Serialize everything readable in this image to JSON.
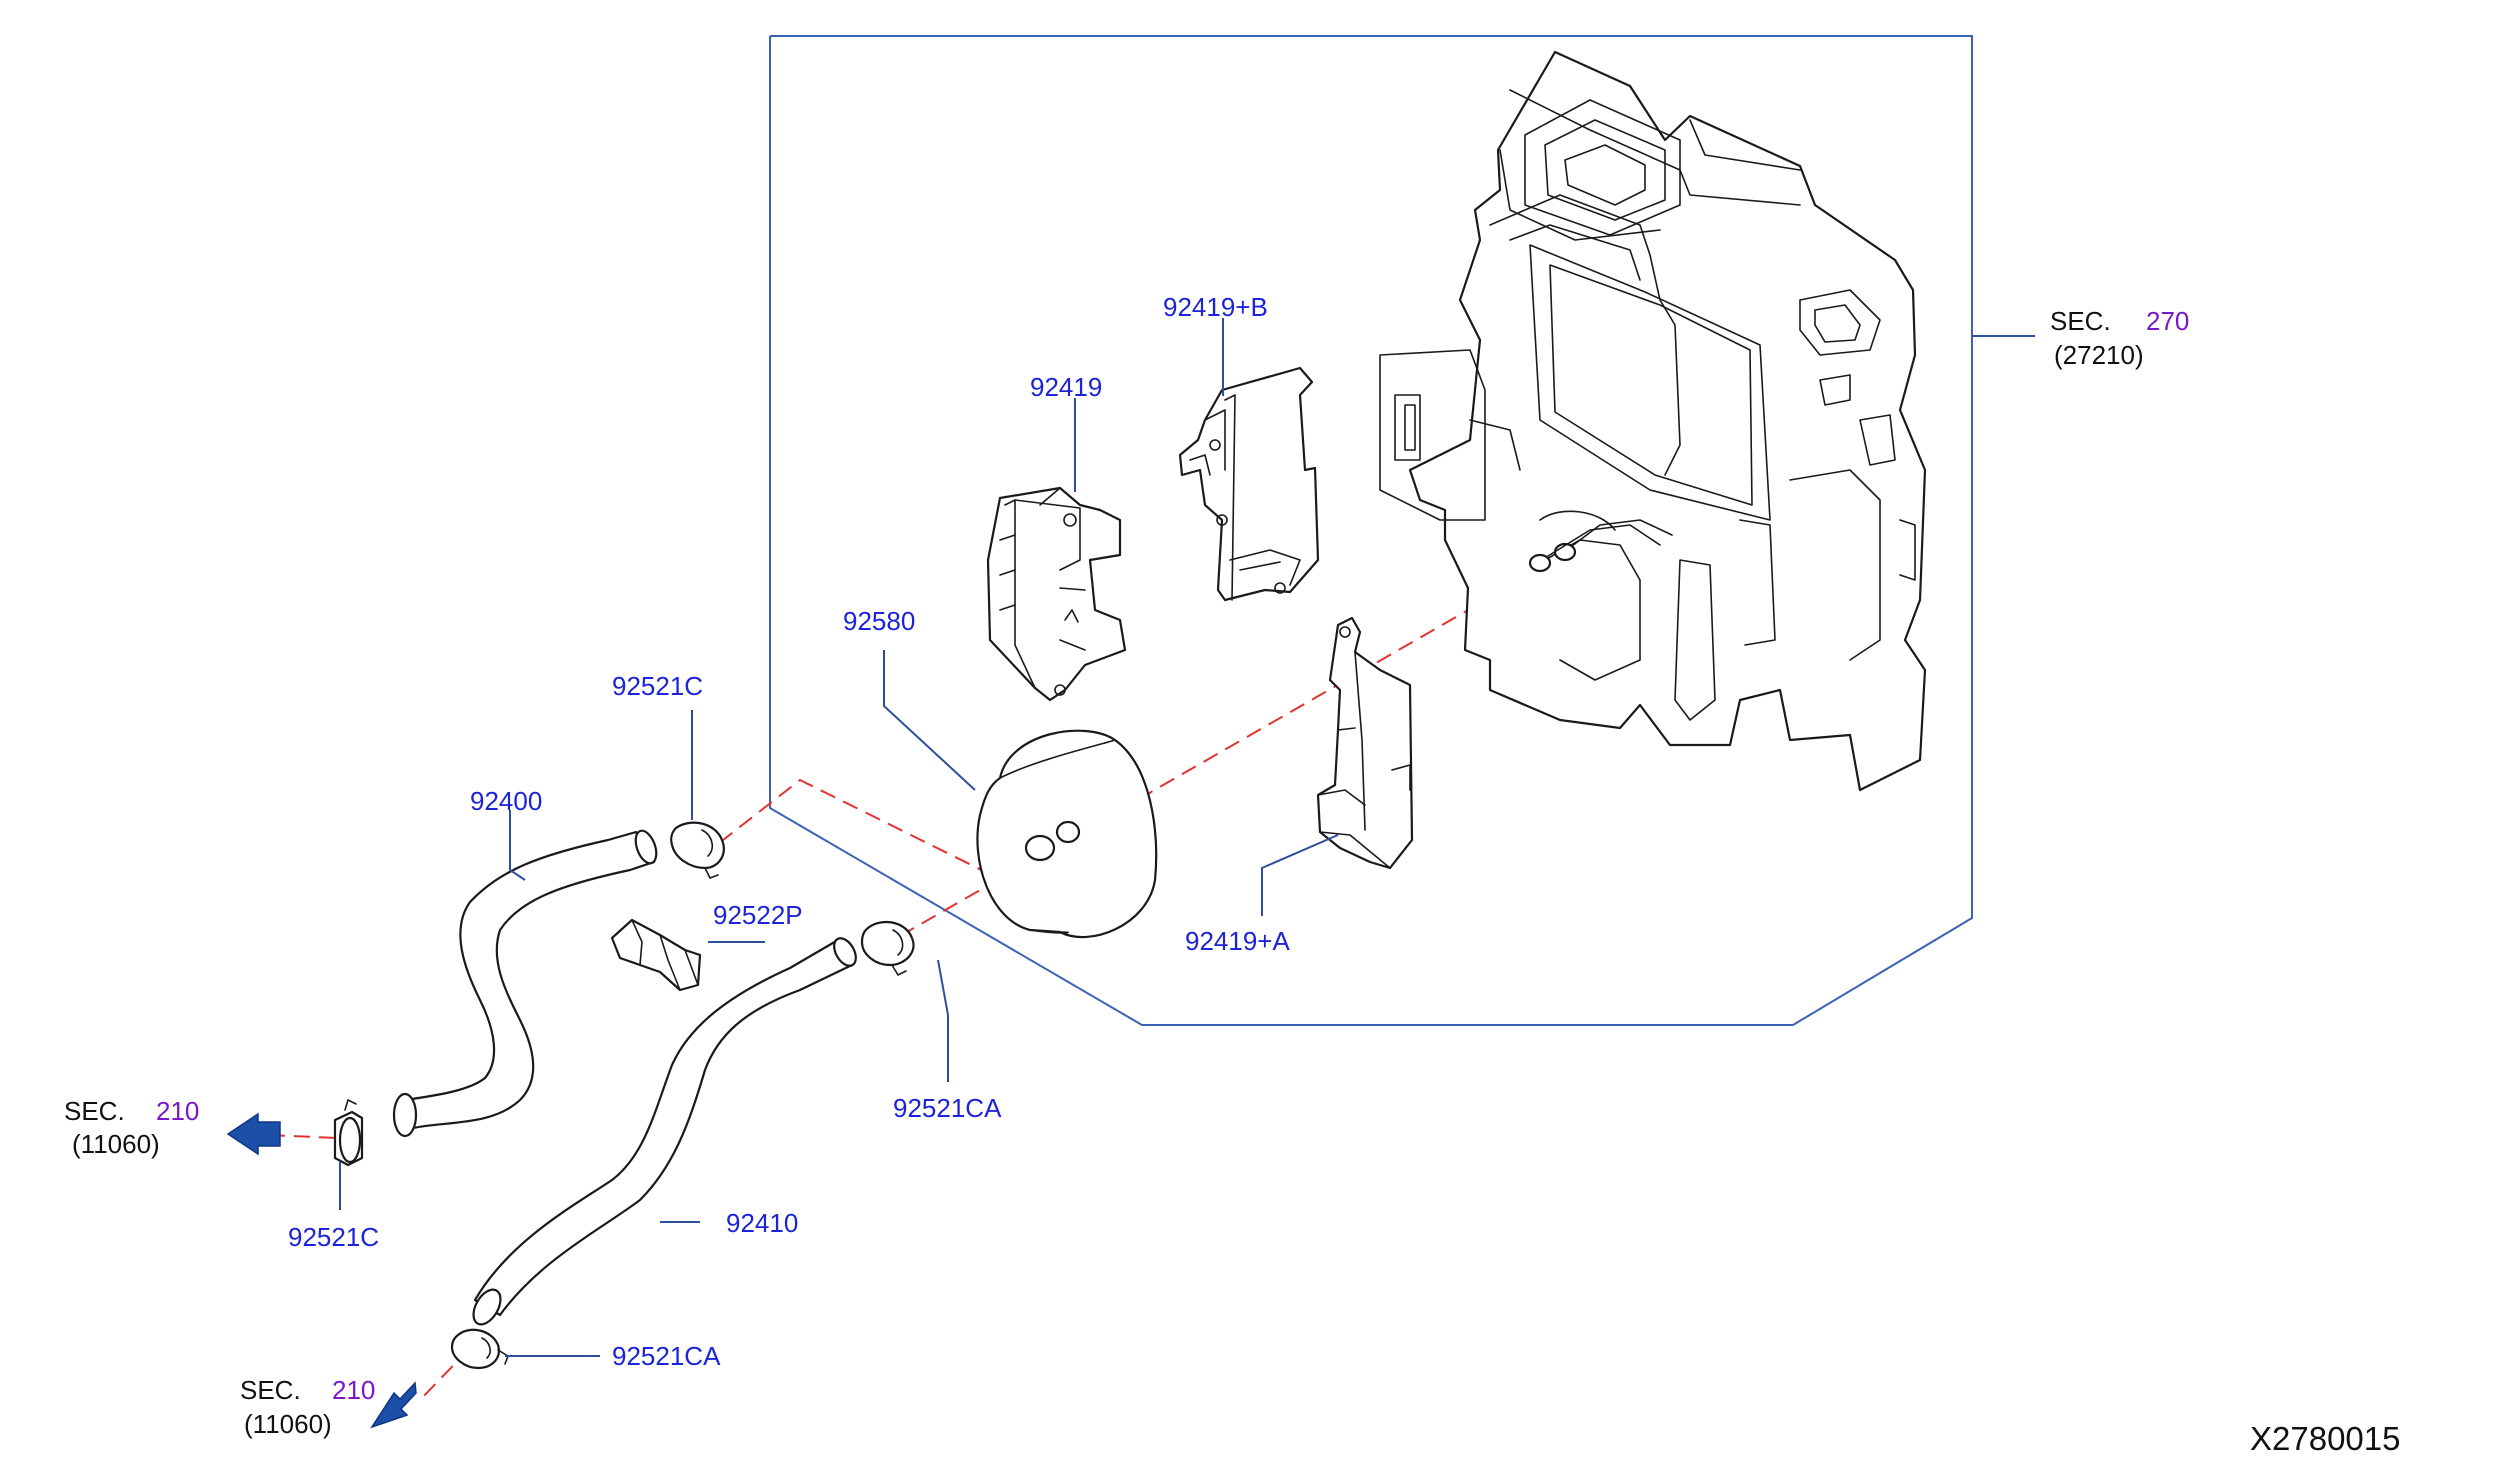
{
  "labels": {
    "p92419b": "92419+B",
    "p92419": "92419",
    "p92580": "92580",
    "p92521c_top": "92521C",
    "p92400": "92400",
    "p92522p": "92522P",
    "p92521ca_mid": "92521CA",
    "p92410": "92410",
    "p92521c_bottom": "92521C",
    "p92521ca_bottom": "92521CA",
    "p92419a": "92419+A"
  },
  "sections": {
    "heater_unit": {
      "sec": "SEC.",
      "num": "270",
      "ref": "(27210)"
    },
    "engine_upper": {
      "sec": "SEC.",
      "num": "210",
      "ref": "(11060)"
    },
    "engine_lower": {
      "sec": "SEC.",
      "num": "210",
      "ref": "(11060)"
    }
  },
  "diagram_code": "X2780015",
  "colors": {
    "part_label": "#1c23d8",
    "section_number": "#7a17c9",
    "leader_line": "#2e4f9e",
    "centerline": "#e0322f",
    "flow_arrow": "#1c4fa8"
  }
}
